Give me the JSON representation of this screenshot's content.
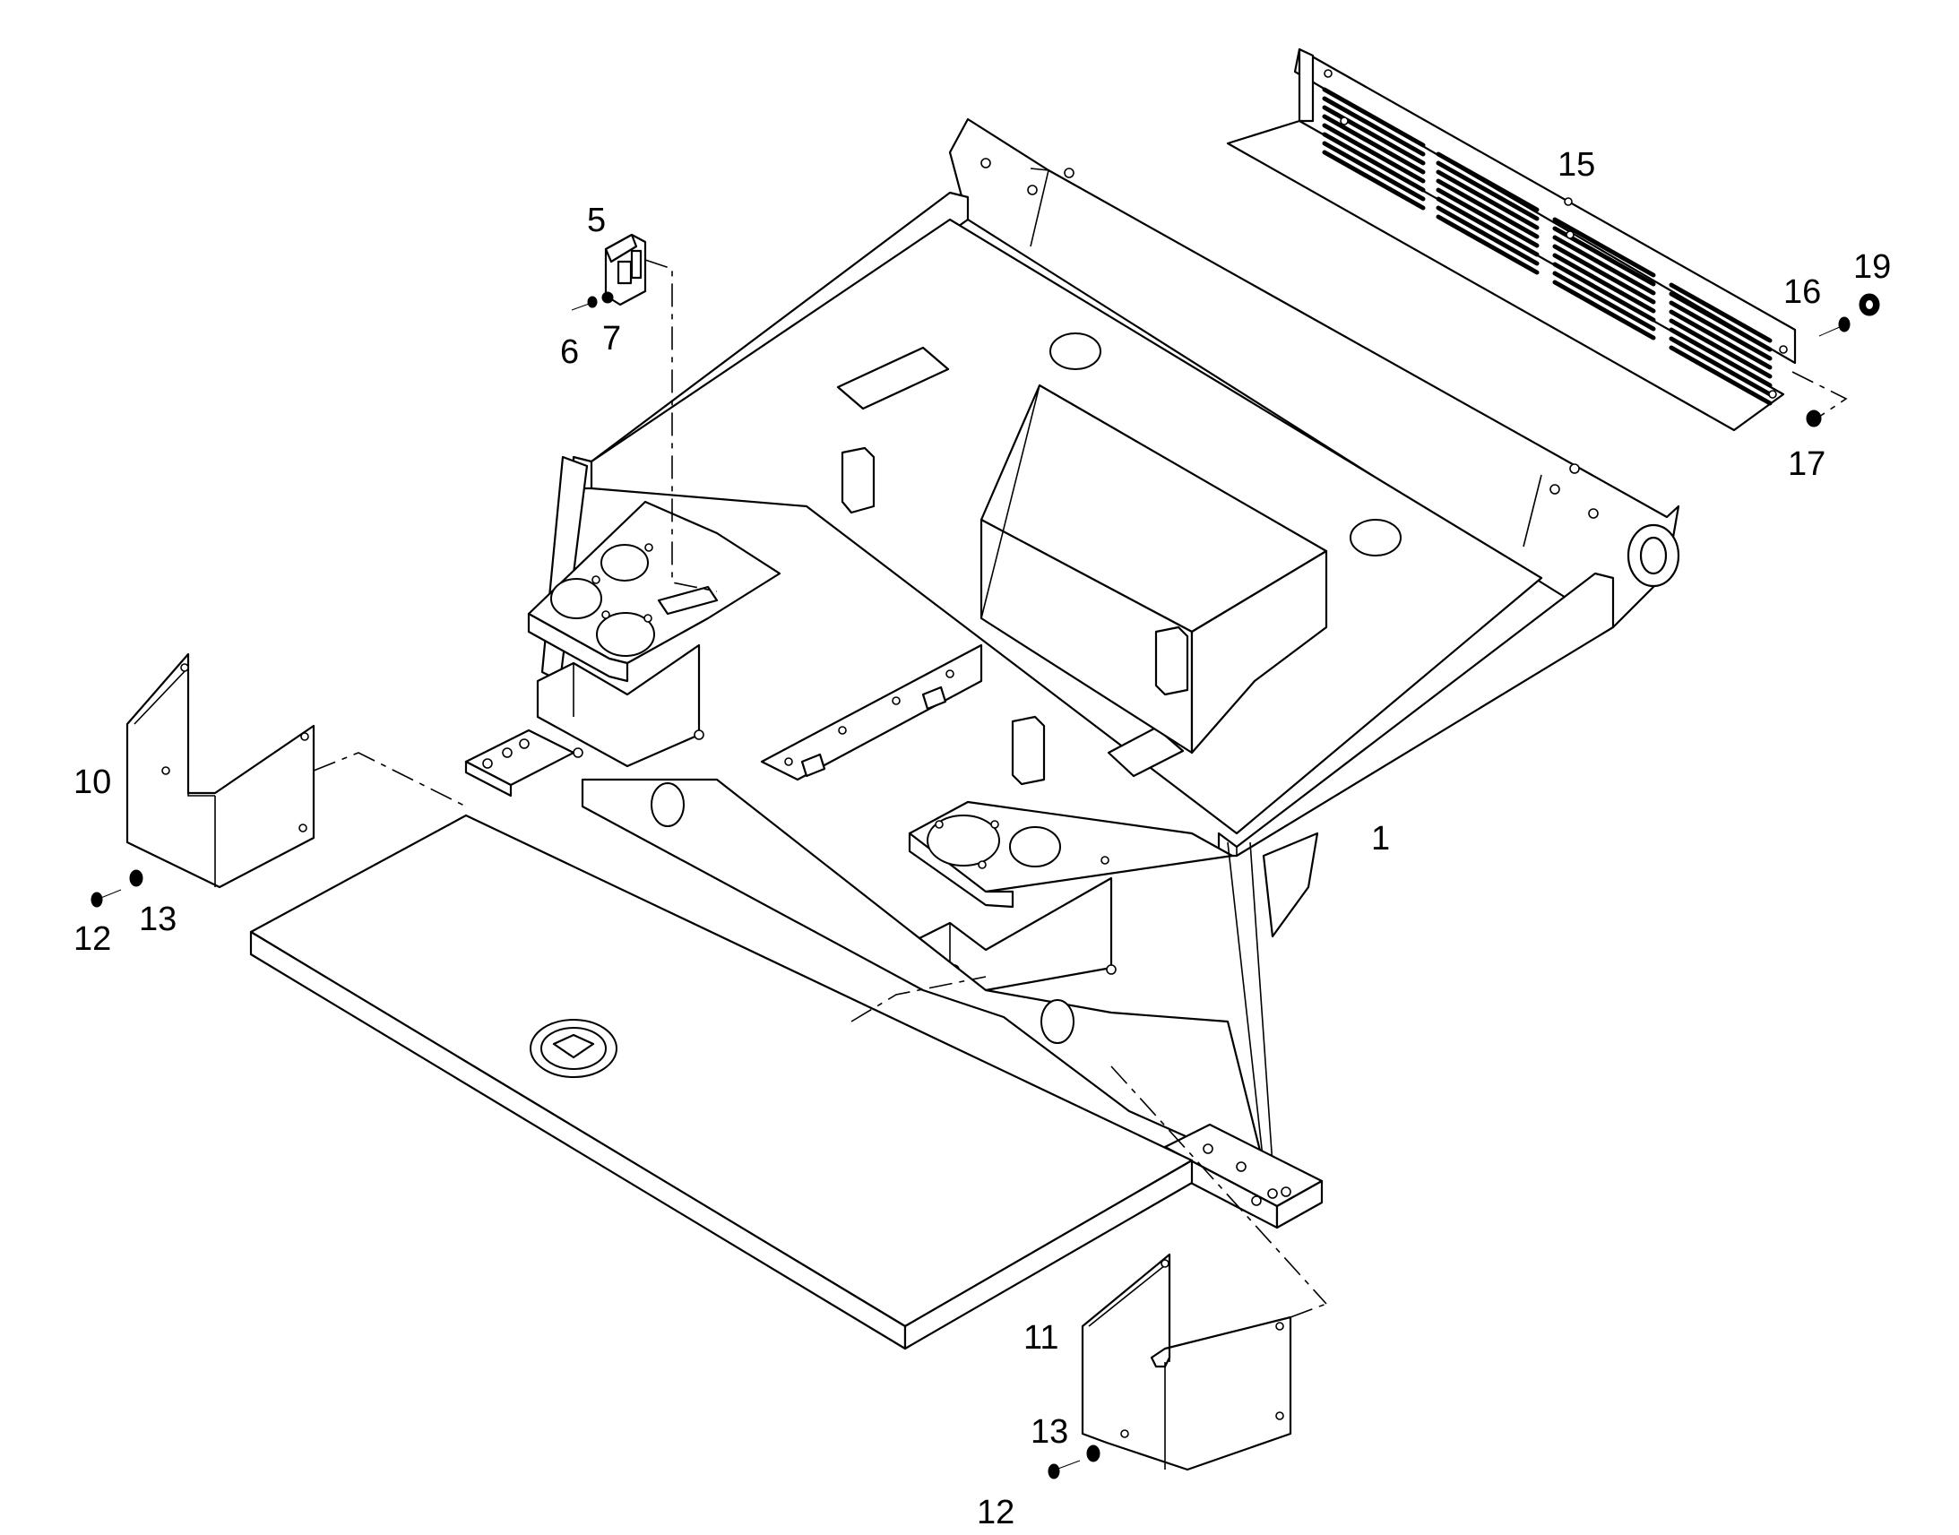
{
  "callouts": {
    "p1": "1",
    "p5": "5",
    "p6": "6",
    "p7": "7",
    "p10": "10",
    "p11": "11",
    "p12a": "12",
    "p12b": "12",
    "p13a": "13",
    "p13b": "13",
    "p15": "15",
    "p16": "16",
    "p17": "17",
    "p19": "19"
  }
}
